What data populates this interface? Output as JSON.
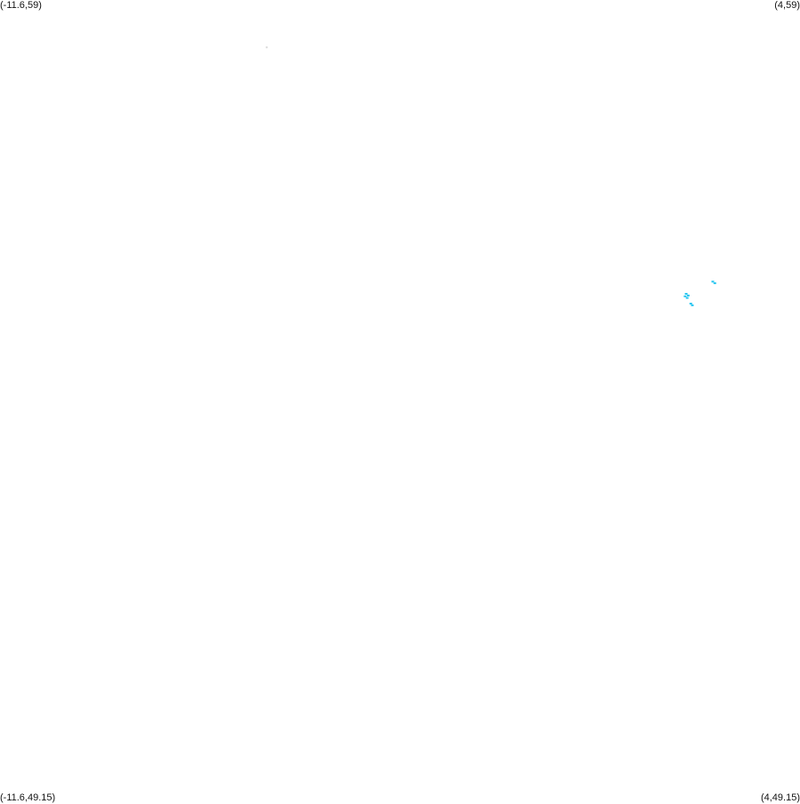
{
  "bounds": {
    "top_left_label": "(-11.6,59)",
    "top_right_label": "(4,59)",
    "bottom_left_label": "(-11.6,49.15)",
    "bottom_right_label": "(4,49.15)",
    "lon_min": -11.6,
    "lon_max": 4,
    "lat_min": 49.15,
    "lat_max": 59
  },
  "colors": {
    "feature": "#29c6f0",
    "faint_feature": "#d8d8d8",
    "background": "#ffffff"
  },
  "features": [
    {
      "lon": -6.4,
      "lat": 58.42,
      "kind": "faint"
    },
    {
      "lon": 2.3,
      "lat": 55.55,
      "kind": "feature"
    },
    {
      "lon": 2.34,
      "lat": 55.53,
      "kind": "feature"
    },
    {
      "lon": 1.78,
      "lat": 55.4,
      "kind": "feature"
    },
    {
      "lon": 1.82,
      "lat": 55.38,
      "kind": "feature"
    },
    {
      "lon": 1.76,
      "lat": 55.37,
      "kind": "feature"
    },
    {
      "lon": 1.8,
      "lat": 55.35,
      "kind": "feature"
    },
    {
      "lon": 1.87,
      "lat": 55.28,
      "kind": "feature"
    },
    {
      "lon": 1.9,
      "lat": 55.26,
      "kind": "feature"
    }
  ]
}
